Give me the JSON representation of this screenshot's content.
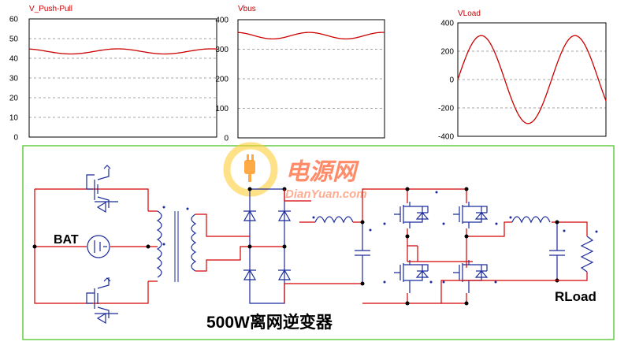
{
  "chart_data": [
    {
      "type": "line",
      "title": "V_Push-Pull",
      "ylim": [
        0,
        60
      ],
      "yticks": [
        0,
        10,
        20,
        30,
        40,
        50,
        60
      ],
      "grid": true,
      "series": [
        {
          "shape": "sine",
          "mean": 43.5,
          "amplitude": 1.3,
          "cycles": 2,
          "phase_deg": 110
        }
      ]
    },
    {
      "type": "line",
      "title": "Vbus",
      "ylim": [
        0,
        400
      ],
      "yticks": [
        0,
        100,
        200,
        300,
        400
      ],
      "grid": true,
      "series": [
        {
          "shape": "sine",
          "mean": 346,
          "amplitude": 11,
          "cycles": 2,
          "phase_deg": 100
        }
      ]
    },
    {
      "type": "line",
      "title": "VLoad",
      "ylim": [
        -400,
        400
      ],
      "yticks": [
        -400,
        -200,
        0,
        200,
        400
      ],
      "grid": true,
      "series": [
        {
          "shape": "sine",
          "mean": 0,
          "amplitude": 310,
          "cycles": 1.58,
          "phase_deg": 0
        }
      ]
    }
  ],
  "colors": {
    "trace": "#cc0000",
    "wire": "#d40000",
    "component": "#1a2a9a",
    "frame_border": "#66cc44",
    "watermark": "#ff4400"
  },
  "schematic": {
    "bat_label": "BAT",
    "rload_label": "RLoad",
    "caption": "500W离网逆变器",
    "watermark_brand": "电源网",
    "watermark_site": "DianYuan.com",
    "watermark_icon": "plug-logo-icon"
  }
}
